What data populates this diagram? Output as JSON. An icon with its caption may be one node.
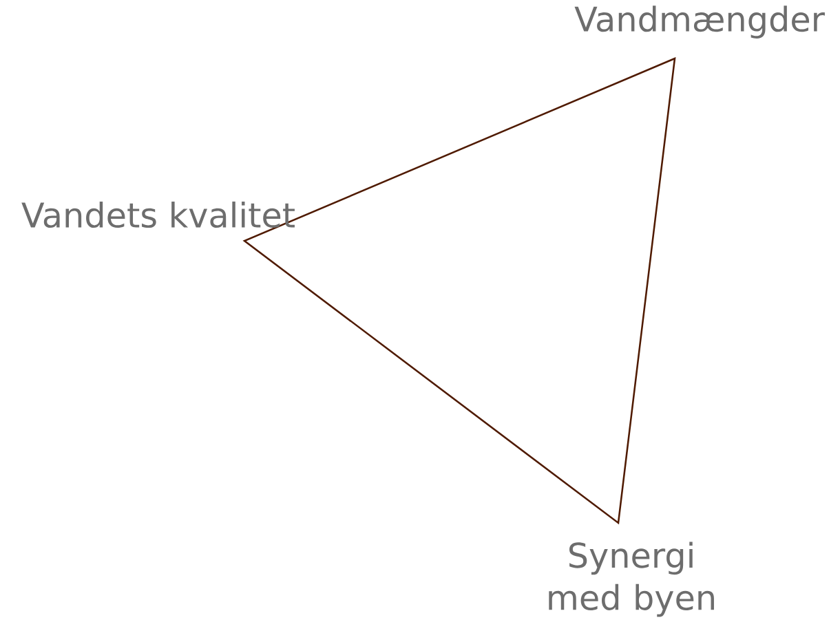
{
  "diagram": {
    "nodes": [
      {
        "text": [],
        "shape": "triangle"
      }
    ],
    "labels": [
      "Vandmængder",
      "Vandets kvalitet",
      "Synergi med byen"
    ]
  }
}
